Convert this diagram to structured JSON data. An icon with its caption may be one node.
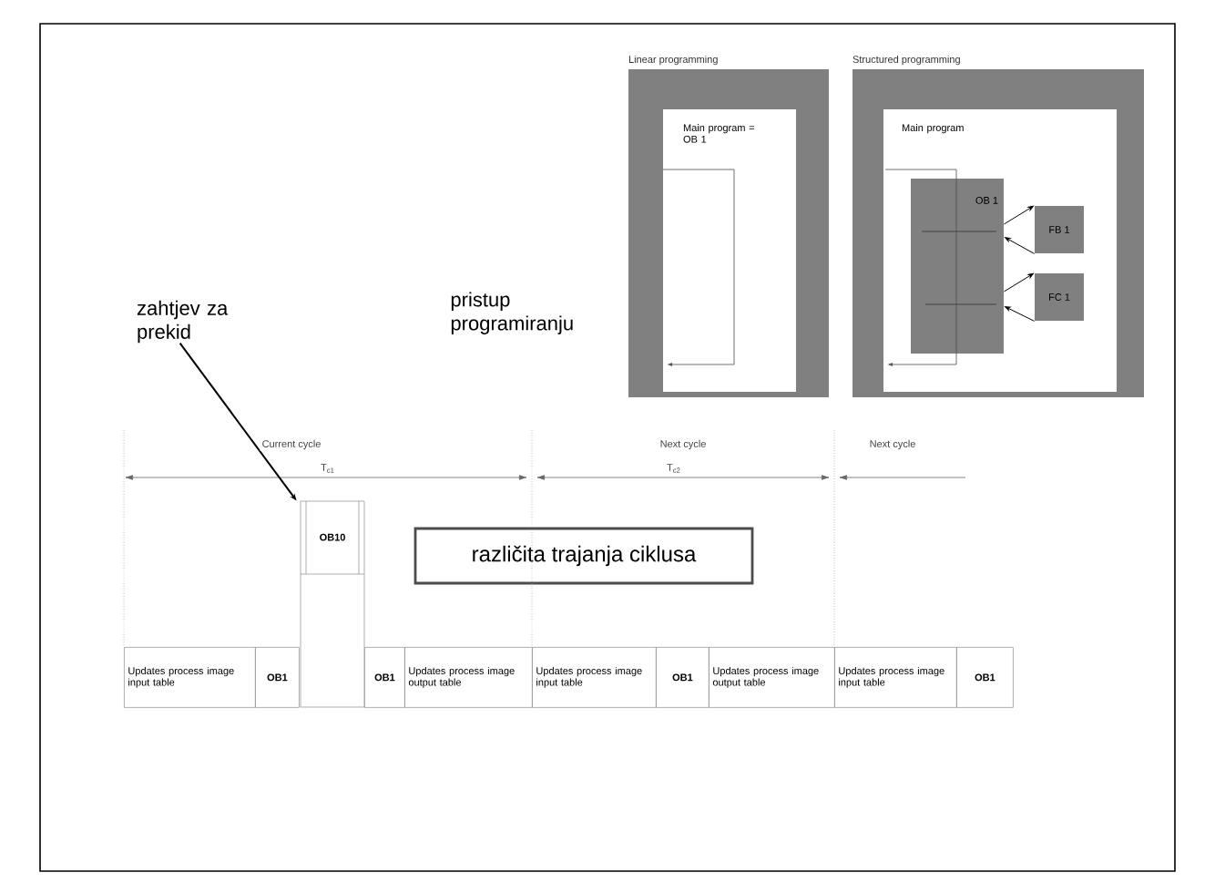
{
  "diagram": {
    "nodes": [
      {
        "text": [
          "Linear programming"
        ]
      },
      {
        "text": [
          "Main program = OB 1"
        ],
        "in": 0
      },
      {
        "text": [
          "Structured programming"
        ]
      },
      {
        "text": [
          "Main program"
        ],
        "in": 2
      },
      {
        "text": [
          "OB 1"
        ],
        "in": 3
      },
      {
        "text": [
          "FB 1"
        ],
        "in": 3
      },
      {
        "text": [
          "FC 1"
        ],
        "in": 3
      },
      {
        "text": [
          "zahtjev za prekid"
        ]
      },
      {
        "text": [
          "OB10"
        ]
      },
      {
        "text": [
          "različita trajanja ciklusa"
        ]
      }
    ],
    "edges": [
      {
        "from": 4,
        "to": 5,
        "arrow": "to"
      },
      {
        "from": 5,
        "to": 4,
        "arrow": "to"
      },
      {
        "from": 4,
        "to": 6,
        "arrow": "to"
      },
      {
        "from": 6,
        "to": 4,
        "arrow": "to"
      },
      {
        "from": 7,
        "to": 8,
        "arrow": "to"
      }
    ],
    "labels": [
      "pristup programiranju",
      "Current cycle",
      "Next cycle",
      "Next cycle",
      "T$_{c1}$",
      "T$_{c2}$",
      "Updates process image input table",
      "OB1",
      "OB1",
      "Updates process image output table",
      "Updates process image input table",
      "OB1",
      "Updates process image output table",
      "Updates process image input table",
      "OB1"
    ]
  }
}
